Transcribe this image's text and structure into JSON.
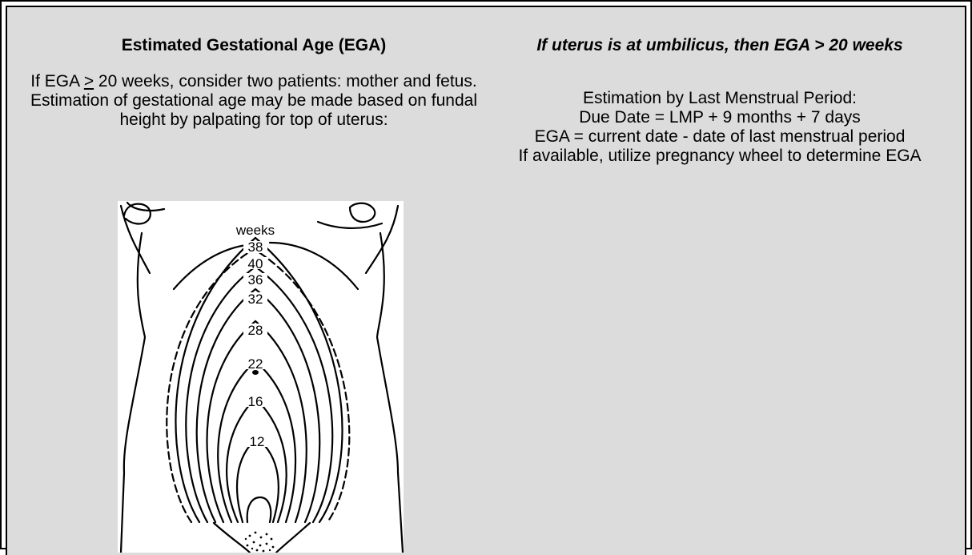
{
  "left": {
    "heading": "Estimated Gestational Age (EGA)",
    "para_prefix": "If EGA ",
    "para_ge": ">",
    "para_rest": " 20 weeks, consider two patients: mother and fetus. Estimation of gestational age may be made based on fundal height by palpating for top of uterus:",
    "figure": {
      "label": "weeks",
      "levels": [
        "38",
        "40",
        "36",
        "32",
        "28",
        "22",
        "16",
        "12"
      ]
    }
  },
  "right": {
    "heading": "If uterus is at umbilicus, then EGA > 20 weeks",
    "lines": [
      "Estimation by Last Menstrual Period:",
      "Due Date = LMP + 9 months + 7 days",
      "EGA = current date - date of last menstrual period",
      "If available, utilize pregnancy wheel to determine EGA"
    ]
  }
}
